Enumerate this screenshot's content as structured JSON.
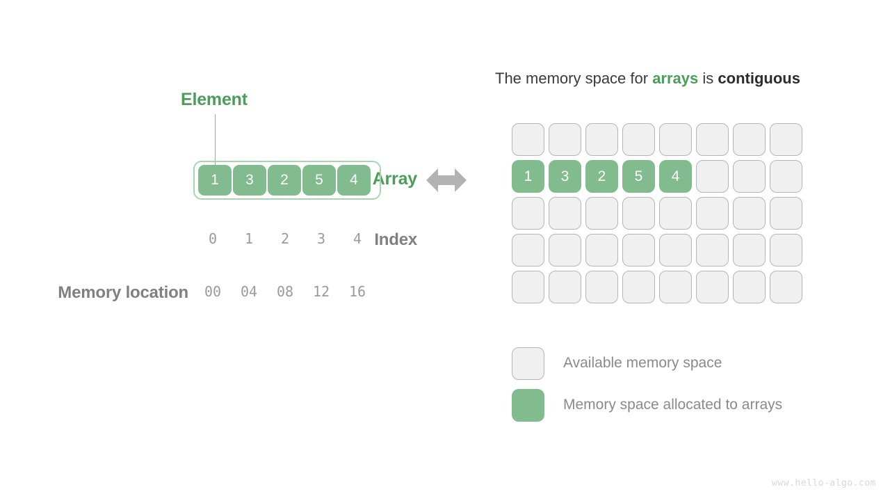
{
  "left": {
    "element_callout": "Element",
    "rows": [
      {
        "label": "Array",
        "key": "array"
      },
      {
        "label": "Index",
        "key": "index"
      },
      {
        "label": "Memory location",
        "key": "memory_location"
      }
    ],
    "array_values": [
      "1",
      "3",
      "2",
      "5",
      "4"
    ],
    "index_values": [
      "0",
      "1",
      "2",
      "3",
      "4"
    ],
    "memory_location_values": [
      "00",
      "04",
      "08",
      "12",
      "16"
    ]
  },
  "arrow": {
    "icon": "double-headed-arrow-icon",
    "color": "#b3b3b3"
  },
  "right": {
    "title": {
      "part1": "The memory space for ",
      "highlight_green": "arrays",
      "part2": " is ",
      "highlight_dark": "contiguous"
    },
    "grid": {
      "columns": 8,
      "rows": 5,
      "filled_row_index": 1,
      "filled_values": [
        "1",
        "3",
        "2",
        "5",
        "4"
      ]
    },
    "legend": [
      {
        "swatch": "free",
        "label": "Available memory space"
      },
      {
        "swatch": "used",
        "label": "Memory space allocated to arrays"
      }
    ]
  },
  "watermark": "www.hello-algo.com",
  "colors": {
    "green_fill": "#82bb8e",
    "green_text": "#4a9d5a",
    "green_border": "#a9d4b2",
    "gray_label": "#808080",
    "gray_value": "#9a9a9a",
    "cell_free_bg": "#f0f0f0",
    "cell_free_border": "#b5b5b5",
    "arrow_gray": "#b3b3b3",
    "watermark_gray": "#d8d8d8"
  }
}
